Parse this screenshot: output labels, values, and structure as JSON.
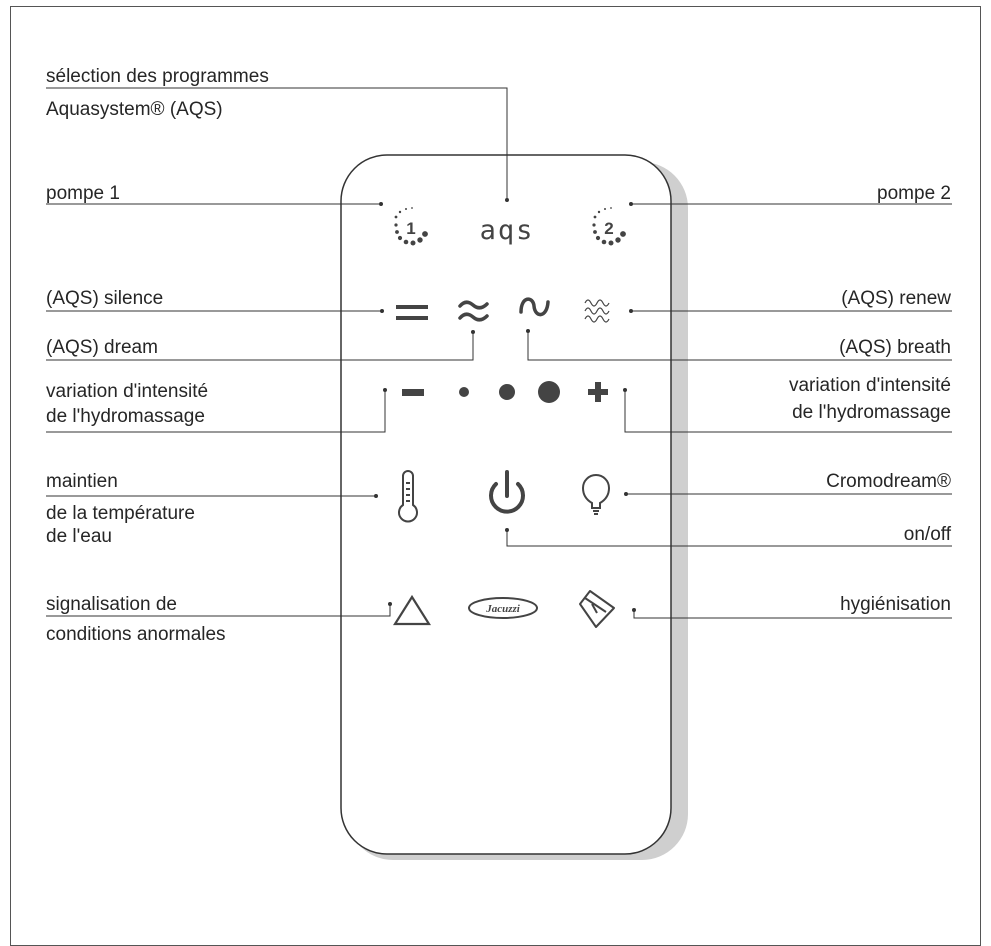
{
  "labels": {
    "programmes": "sélection des programmes",
    "aquasystem": "Aquasystem® (AQS)",
    "pompe1": "pompe 1",
    "pompe2": "pompe 2",
    "silence": "(AQS) silence",
    "renew": "(AQS) renew",
    "dream": "(AQS) dream",
    "breath": "(AQS) breath",
    "variation_left_1": "variation d'intensité",
    "variation_left_2": "de l'hydromassage",
    "variation_right_1": "variation d'intensité",
    "variation_right_2": "de l'hydromassage",
    "maintien_1": "maintien",
    "maintien_2": "de la température",
    "maintien_3": "de l'eau",
    "cromodream": "Cromodream®",
    "onoff": "on/off",
    "signalisation_1": "signalisation de",
    "signalisation_2": "conditions anormales",
    "hygienisation": "hygiénisation"
  },
  "remote": {
    "aqs_text": "aqs",
    "pump1_digit": "1",
    "pump2_digit": "2",
    "brand_logo": "Jacuzzi"
  },
  "colors": {
    "icon": "#444444",
    "line": "#333333",
    "frame": "#555555",
    "shadow": "#cfcfcf"
  }
}
